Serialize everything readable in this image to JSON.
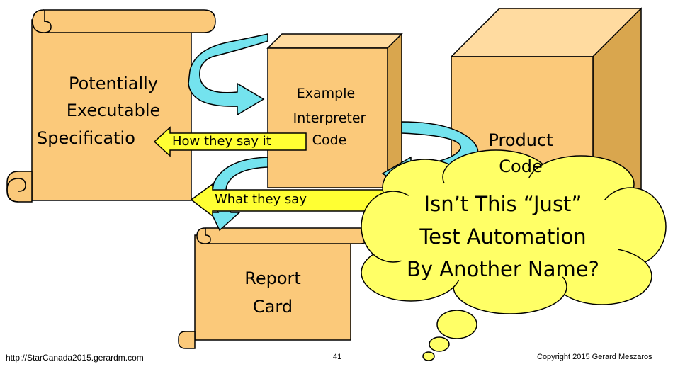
{
  "spec_scroll": {
    "line1": "Potentially",
    "line2": "Executable",
    "line3": "Specificatio"
  },
  "interpreter_box": {
    "line1": "Example",
    "line2": "Interpreter",
    "line3": "Code"
  },
  "product_box": {
    "line1": "Product",
    "line2": "Code"
  },
  "report_scroll": {
    "line1": "Report",
    "line2": "Card"
  },
  "arrow_labels": {
    "how": "How they say it",
    "what": "What they say"
  },
  "callout": {
    "line1": "Isn’t This “Just”",
    "line2": "Test Automation",
    "line3": "By Another Name?"
  },
  "footer": {
    "url": "http://StarCanada2015.gerardm.com",
    "page": "41",
    "copyright": "Copyright 2015 Gerard Meszaros"
  },
  "colors": {
    "box_fill": "#fbc97a",
    "box_side": "#d9a64e",
    "arrow_fill": "#74e3ee",
    "banner_fill": "#ffff33",
    "cloud_fill": "#ffff66"
  }
}
